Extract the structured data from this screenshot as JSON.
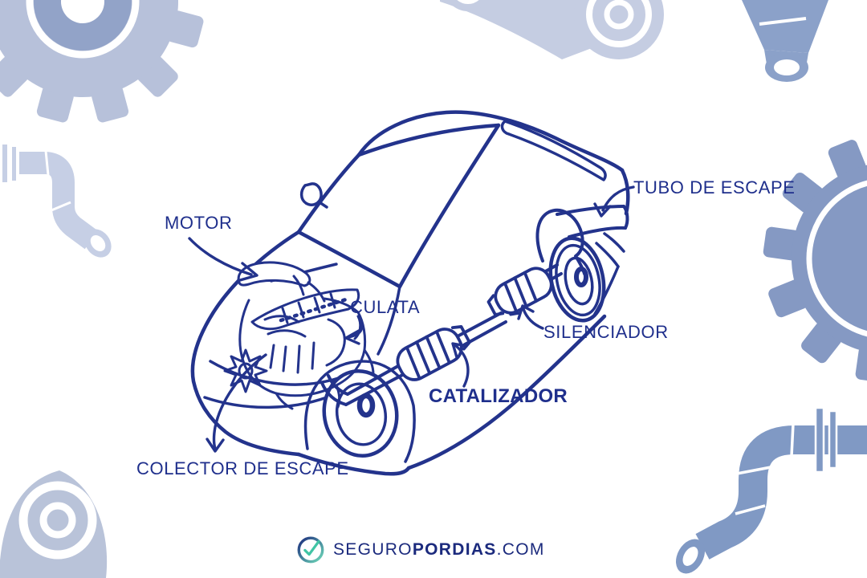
{
  "page": {
    "background_color": "#ffffff"
  },
  "diagram": {
    "ink_color": "#23338c",
    "label_color": "#1f2f8c",
    "labels": {
      "motor": "MOTOR",
      "culata": "CULATA",
      "tubo_de_escape": "TUBO DE ESCAPE",
      "silenciador": "SILENCIADOR",
      "catalizador": "CATALIZADOR",
      "colector_de_escape": "COLECTOR DE ESCAPE"
    }
  },
  "decorations": {
    "light_blue": "#bfc9de",
    "pale_blue": "#c6cfe5",
    "medium_blue": "#8599c3",
    "funnel_blue": "#8ba1c9",
    "pipe_blue": "#8099c4",
    "shape_names": [
      "gear-icon",
      "pipe-icon",
      "connecting-rod-icon"
    ]
  },
  "logo": {
    "icon": "check-circle-icon",
    "navy": "#1b2a7d",
    "teal": "#41c5a5",
    "text_regular": "SEGURO",
    "text_bold": "PORDIAS",
    "text_suffix": ".COM"
  }
}
